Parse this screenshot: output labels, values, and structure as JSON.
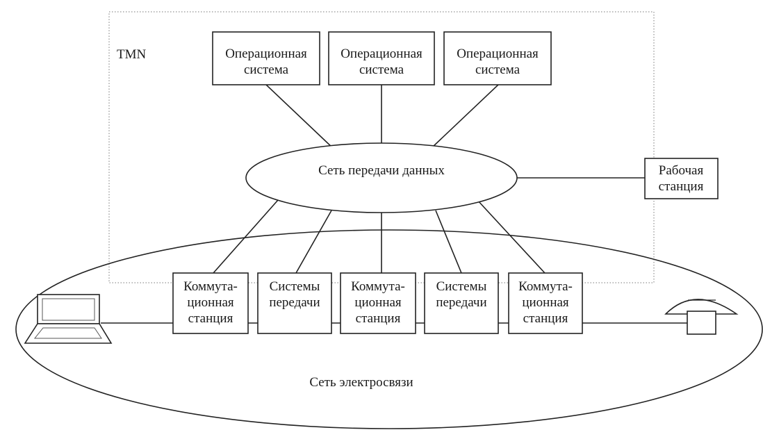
{
  "tmn_label": "TMN",
  "operation_systems": [
    {
      "line1": "Операционная",
      "line2": "система"
    },
    {
      "line1": "Операционная",
      "line2": "система"
    },
    {
      "line1": "Операционная",
      "line2": "система"
    }
  ],
  "data_network_label": "Сеть передачи данных",
  "workstation": {
    "line1": "Рабочая",
    "line2": "станция"
  },
  "network_elements": [
    {
      "line1": "Коммута-",
      "line2": "ционная",
      "line3": "станция"
    },
    {
      "line1": "Системы",
      "line2": "передачи",
      "line3": ""
    },
    {
      "line1": "Коммута-",
      "line2": "ционная",
      "line3": "станция"
    },
    {
      "line1": "Системы",
      "line2": "передачи",
      "line3": ""
    },
    {
      "line1": "Коммута-",
      "line2": "ционная",
      "line3": "станция"
    }
  ],
  "telecom_network_label": "Сеть электросвязи",
  "icons": {
    "terminal_left": "laptop-terminal-icon",
    "terminal_right": "telephone-icon"
  }
}
